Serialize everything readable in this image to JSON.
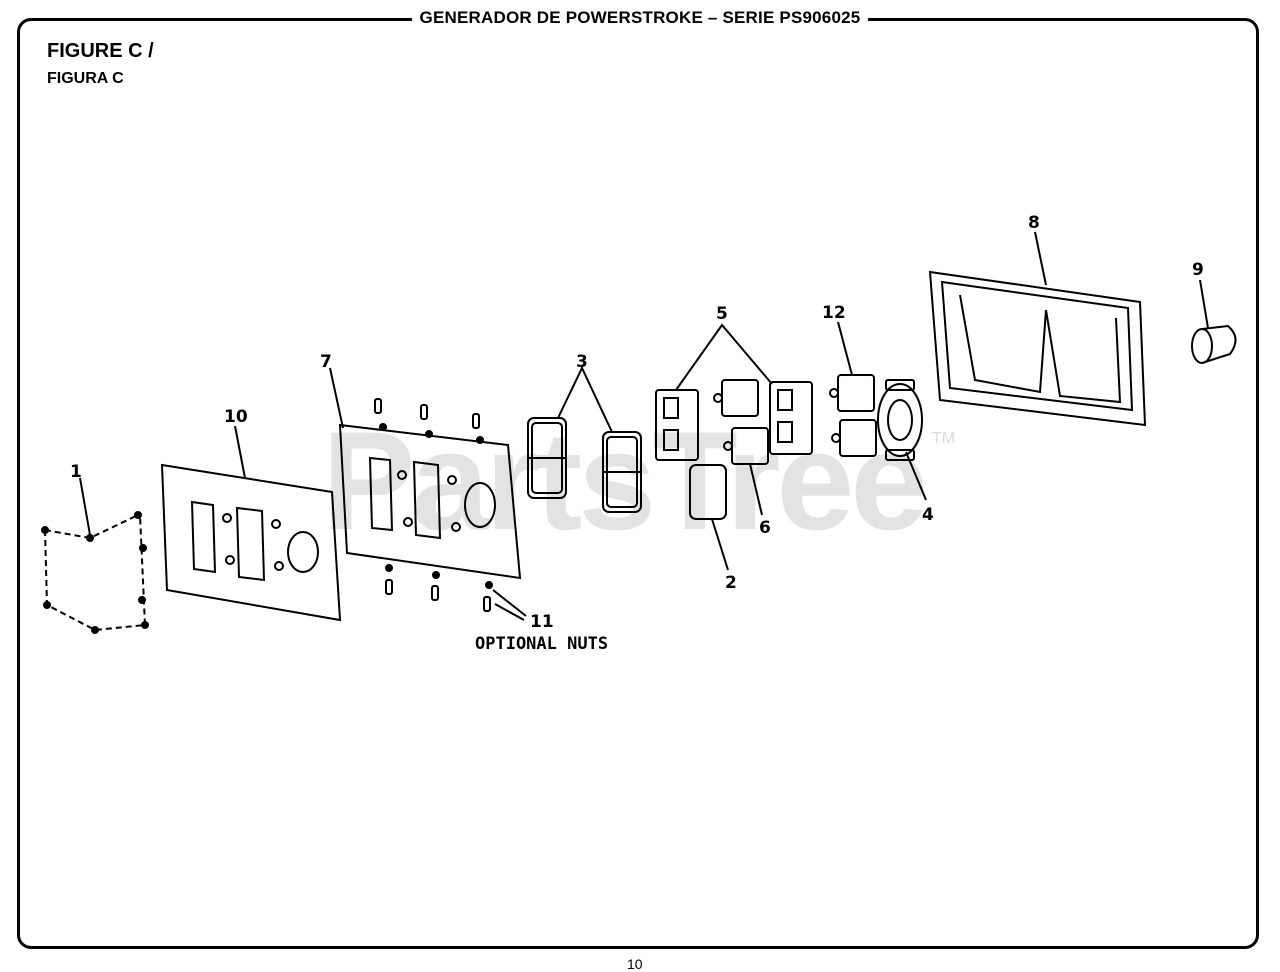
{
  "header": {
    "title": "GENERADOR DE POWERSTROKE – SERIE PS906025",
    "figure_label_en": "FIGURE C /",
    "figure_label_es": "FIGURA C"
  },
  "watermark": {
    "text": "PartsTree",
    "trademark": "TM"
  },
  "callouts": [
    "1",
    "2",
    "3",
    "4",
    "5",
    "6",
    "7",
    "8",
    "9",
    "10",
    "11",
    "12"
  ],
  "note": "OPTIONAL NUTS",
  "page_number": "10"
}
